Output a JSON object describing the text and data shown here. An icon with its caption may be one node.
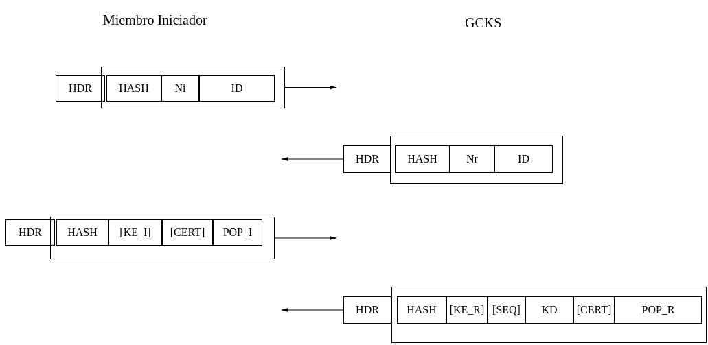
{
  "diagram": {
    "nodes": [
      {
        "text": [
          "HDR"
        ]
      },
      {
        "text": [],
        "shape": "box"
      },
      {
        "text": [
          "HASH"
        ],
        "in": 1
      },
      {
        "text": [
          "Ni"
        ],
        "in": 1
      },
      {
        "text": [
          "ID"
        ],
        "in": 1
      },
      {
        "text": [
          "HDR"
        ]
      },
      {
        "text": [],
        "shape": "box"
      },
      {
        "text": [
          "HASH"
        ],
        "in": 6
      },
      {
        "text": [
          "Nr"
        ],
        "in": 6
      },
      {
        "text": [
          "ID"
        ],
        "in": 6
      },
      {
        "text": [
          "HDR"
        ]
      },
      {
        "text": [],
        "shape": "box"
      },
      {
        "text": [
          "HASH"
        ],
        "in": 11
      },
      {
        "text": [
          "[KE_I]"
        ],
        "in": 11
      },
      {
        "text": [
          "[CERT]"
        ],
        "in": 11
      },
      {
        "text": [
          "POP_I"
        ],
        "in": 11
      },
      {
        "text": [
          "HDR"
        ]
      },
      {
        "text": [],
        "shape": "box"
      },
      {
        "text": [
          "HASH"
        ],
        "in": 17
      },
      {
        "text": [
          "[KE_R]"
        ],
        "in": 17
      },
      {
        "text": [
          "[SEQ]"
        ],
        "in": 17
      },
      {
        "text": [
          "KD"
        ],
        "in": 17
      },
      {
        "text": [
          "[CERT]"
        ],
        "in": 17
      },
      {
        "text": [
          "POP_R"
        ],
        "in": 17
      }
    ],
    "edges": [
      {
        "from": 1,
        "to": null,
        "arrow": "to"
      },
      {
        "from": 5,
        "to": null,
        "arrow": "to"
      },
      {
        "from": 11,
        "to": null,
        "arrow": "to"
      },
      {
        "from": 16,
        "to": null,
        "arrow": "to"
      }
    ],
    "labels": [
      "Miembro Iniciador",
      "GCKS"
    ]
  }
}
